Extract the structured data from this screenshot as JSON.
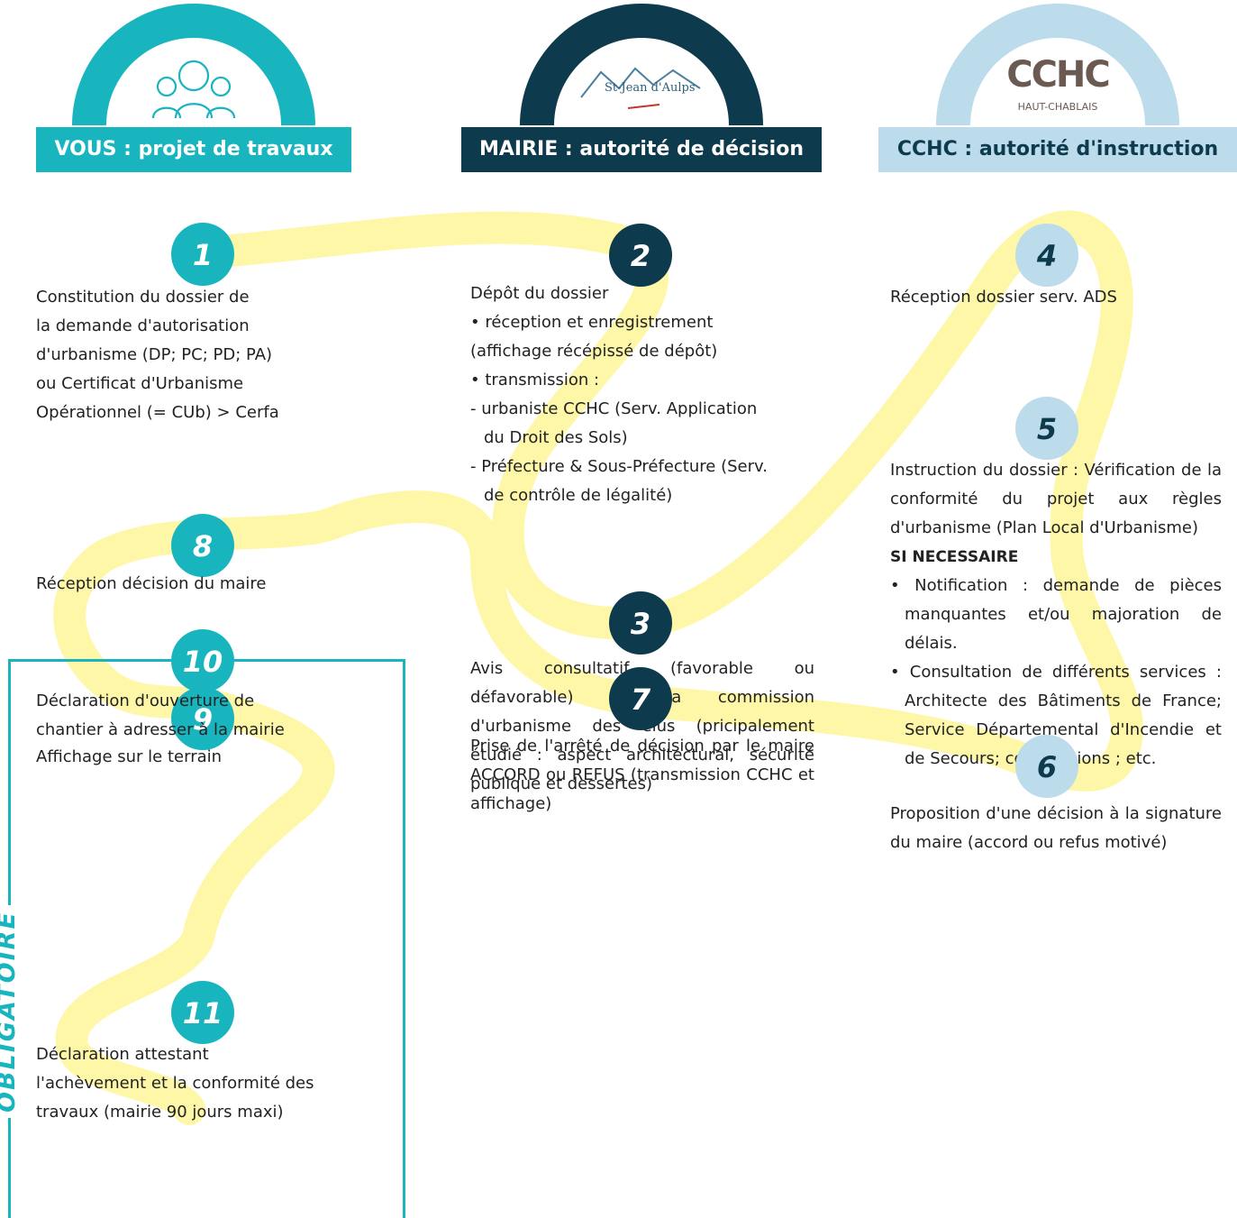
{
  "headers": {
    "vous": {
      "label": "VOUS : projet de travaux",
      "icon": "people-icon",
      "color": "#19b5bf"
    },
    "mairie": {
      "label": "MAIRIE : autorité de décision",
      "logo_text": "St-Jean d'Aulps",
      "color": "#0d3a4c"
    },
    "cchc": {
      "label": "CCHC : autorité d'instruction",
      "logo_text": "CCHC",
      "logo_subtext": "HAUT-CHABLAIS",
      "color": "#bcdbeb"
    }
  },
  "steps": {
    "s1": {
      "num": "1",
      "lines": [
        "Constitution du dossier de",
        "la demande d'autorisation",
        "d'urbanisme (DP; PC; PD; PA)",
        "ou Certificat d'Urbanisme",
        "Opérationnel (= CUb) > Cerfa"
      ]
    },
    "s2": {
      "num": "2",
      "lines": [
        "Dépôt du dossier",
        "• réception et enregistrement",
        "(affichage récépissé de dépôt)",
        "• transmission :",
        "- urbaniste CCHC (Serv. Application",
        "du Droit des Sols)",
        "- Préfecture & Sous-Préfecture (Serv.",
        "de contrôle de légalité)"
      ]
    },
    "s3": {
      "num": "3",
      "text": "Avis consultatif (favorable ou défavorable) de la commission d'urbanisme des élus (pricipalement étudié : aspect architectural, sécurité publique et dessertes)"
    },
    "s4": {
      "num": "4",
      "text": "Réception dossier serv. ADS"
    },
    "s5": {
      "num": "5",
      "text": "Instruction du dossier : Vérification de la conformité du projet aux règles d'urbanisme (Plan Local d'Urbanisme)",
      "heading": "SI NECESSAIRE",
      "bullets": [
        "• Notification : demande de pièces manquantes et/ou majoration de délais.",
        "• Consultation de différents services : Architecte des Bâtiments de France; Service Départemental d'Incendie et de Secours; commissions ; etc."
      ]
    },
    "s6": {
      "num": "6",
      "text": "Proposition d'une décision à la signature du maire (accord ou refus motivé)"
    },
    "s7": {
      "num": "7",
      "text": "Prise de l'arrêté de décision par le maire ACCORD ou REFUS (transmission CCHC et affichage)"
    },
    "s8": {
      "num": "8",
      "text": "Réception décision du maire"
    },
    "s9": {
      "num": "9",
      "text": "Affichage sur le terrain"
    },
    "s10": {
      "num": "10",
      "lines": [
        "Déclaration d'ouverture de",
        "chantier à adresser à la mairie"
      ]
    },
    "s11": {
      "num": "11",
      "lines": [
        "Déclaration attestant",
        "l'achèvement et la conformité des",
        "travaux (mairie 90 jours maxi)"
      ]
    }
  },
  "obligatoire": "OBLIGATOIRE",
  "colors": {
    "teal": "#19b5bf",
    "dark": "#0d3a4c",
    "light": "#bcdbeb",
    "path": "#fff7a8"
  }
}
